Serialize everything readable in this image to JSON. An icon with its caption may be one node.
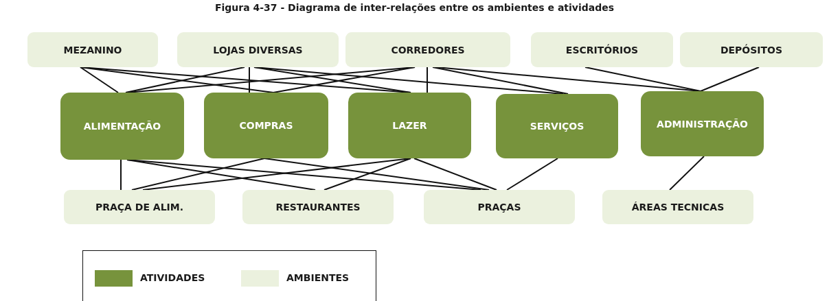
{
  "diagram": {
    "title": "Figura 4-37 - Diagrama de inter-relações entre os ambientes e atividades",
    "nodes": [
      {
        "text": [
          "MEZANINO"
        ]
      },
      {
        "text": [
          "LOJAS DIVERSAS"
        ]
      },
      {
        "text": [
          "CORREDORES"
        ]
      },
      {
        "text": [
          "ESCRITÓRIOS"
        ]
      },
      {
        "text": [
          "DEPÓSITOS"
        ]
      },
      {
        "text": [
          "ALIMENTAÇÃO"
        ]
      },
      {
        "text": [
          "COMPRAS"
        ]
      },
      {
        "text": [
          "LAZER"
        ]
      },
      {
        "text": [
          "SERVIÇOS"
        ]
      },
      {
        "text": [
          "ADMINISTRAÇÃO"
        ]
      },
      {
        "text": [
          "PRAÇA DE ALIM."
        ]
      },
      {
        "text": [
          "RESTAURANTES"
        ]
      },
      {
        "text": [
          "PRAÇAS"
        ]
      },
      {
        "text": [
          "ÁREAS TECNICAS"
        ]
      }
    ],
    "edges": [
      {
        "from": 0,
        "to": 5,
        "arrow": "none"
      },
      {
        "from": 0,
        "to": 6,
        "arrow": "none"
      },
      {
        "from": 0,
        "to": 7,
        "arrow": "none"
      },
      {
        "from": 1,
        "to": 5,
        "arrow": "none"
      },
      {
        "from": 1,
        "to": 6,
        "arrow": "none"
      },
      {
        "from": 1,
        "to": 7,
        "arrow": "none"
      },
      {
        "from": 1,
        "to": 8,
        "arrow": "none"
      },
      {
        "from": 2,
        "to": 5,
        "arrow": "none"
      },
      {
        "from": 2,
        "to": 6,
        "arrow": "none"
      },
      {
        "from": 2,
        "to": 7,
        "arrow": "none"
      },
      {
        "from": 2,
        "to": 8,
        "arrow": "none"
      },
      {
        "from": 2,
        "to": 9,
        "arrow": "none"
      },
      {
        "from": 3,
        "to": 9,
        "arrow": "none"
      },
      {
        "from": 4,
        "to": 9,
        "arrow": "none"
      },
      {
        "from": 5,
        "to": 10,
        "arrow": "none"
      },
      {
        "from": 5,
        "to": 11,
        "arrow": "none"
      },
      {
        "from": 5,
        "to": 12,
        "arrow": "none"
      },
      {
        "from": 6,
        "to": 10,
        "arrow": "none"
      },
      {
        "from": 6,
        "to": 12,
        "arrow": "none"
      },
      {
        "from": 7,
        "to": 10,
        "arrow": "none"
      },
      {
        "from": 7,
        "to": 11,
        "arrow": "none"
      },
      {
        "from": 7,
        "to": 12,
        "arrow": "none"
      },
      {
        "from": 8,
        "to": 12,
        "arrow": "none"
      },
      {
        "from": 9,
        "to": 13,
        "arrow": "none"
      }
    ],
    "legend": [
      {
        "text": "ATIVIDADES",
        "color": "#77933c"
      },
      {
        "text": "AMBIENTES",
        "color": "#ebf1de"
      }
    ]
  }
}
